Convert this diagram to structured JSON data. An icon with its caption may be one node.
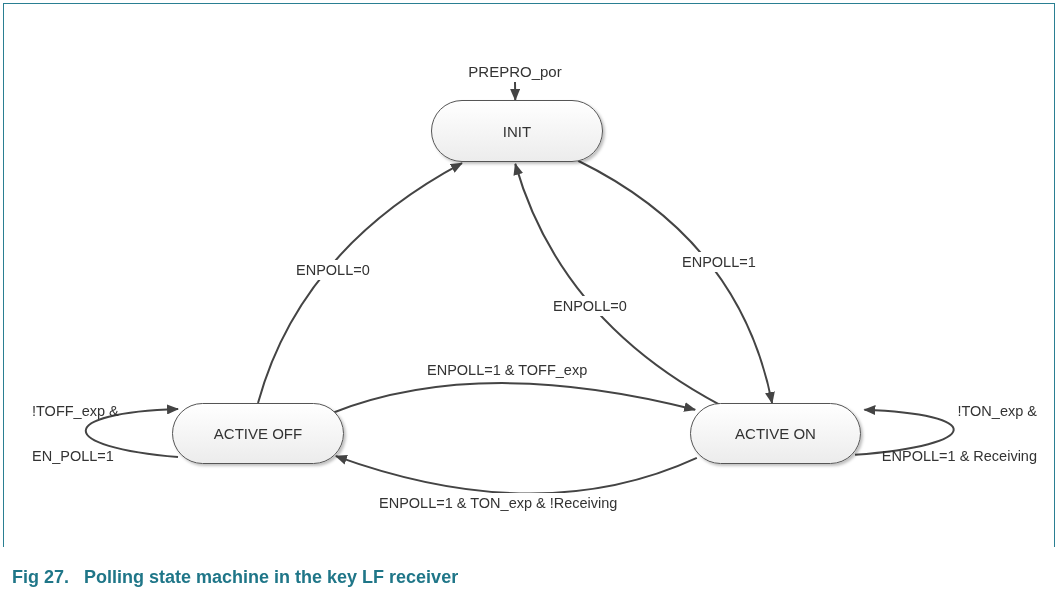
{
  "diagram": {
    "caption": "Fig 27.   Polling state machine in the key LF receiver",
    "nodes": [
      {
        "text": [
          "PREPRO_por"
        ]
      },
      {
        "text": [
          "INIT"
        ]
      },
      {
        "text": [
          "ACTIVE OFF"
        ]
      },
      {
        "text": [
          "ACTIVE ON"
        ]
      }
    ],
    "edges": [
      {
        "from": 0,
        "to": 1,
        "arrow": "to"
      },
      {
        "from": 2,
        "to": 1,
        "arrow": "to",
        "label": "ENPOLL=0"
      },
      {
        "from": 1,
        "to": 3,
        "arrow": "to",
        "label": "ENPOLL=1"
      },
      {
        "from": 3,
        "to": 1,
        "arrow": "to",
        "label": "ENPOLL=0"
      },
      {
        "from": 2,
        "to": 3,
        "arrow": "to",
        "label": "ENPOLL=1 & TOFF_exp"
      },
      {
        "from": 3,
        "to": 2,
        "arrow": "to",
        "label": "ENPOLL=1 & TON_exp & !Receiving"
      },
      {
        "from": 2,
        "to": 2,
        "arrow": "to",
        "label": "!TOFF_exp & EN_POLL=1"
      },
      {
        "from": 3,
        "to": 3,
        "arrow": "to",
        "label": "!TON_exp & ENPOLL=1 & Receiving"
      }
    ]
  }
}
